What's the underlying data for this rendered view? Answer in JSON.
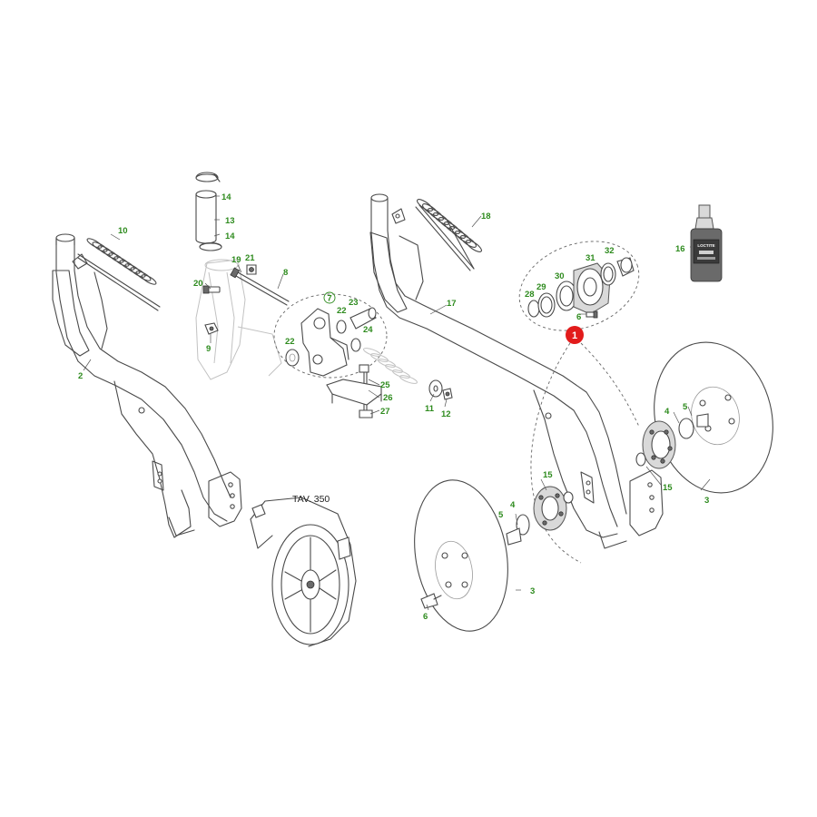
{
  "diagram": {
    "reference_label": "TAV. 350",
    "badge": "1",
    "product_label": "LOCTITE",
    "callouts": {
      "c2": "2",
      "c3a": "3",
      "c3b": "3",
      "c4a": "4",
      "c4b": "4",
      "c5a": "5",
      "c5b": "5",
      "c6a": "6",
      "c6b": "6",
      "c7": "7",
      "c8": "8",
      "c9": "9",
      "c10": "10",
      "c11": "11",
      "c12": "12",
      "c13": "13",
      "c14a": "14",
      "c14b": "14",
      "c15a": "15",
      "c15b": "15",
      "c16": "16",
      "c17": "17",
      "c18": "18",
      "c19": "19",
      "c20": "20",
      "c21": "21",
      "c22a": "22",
      "c22b": "22",
      "c23": "23",
      "c24": "24",
      "c25": "25",
      "c26": "26",
      "c27": "27",
      "c28": "28",
      "c29": "29",
      "c30": "30",
      "c31": "31",
      "c32": "32"
    }
  }
}
